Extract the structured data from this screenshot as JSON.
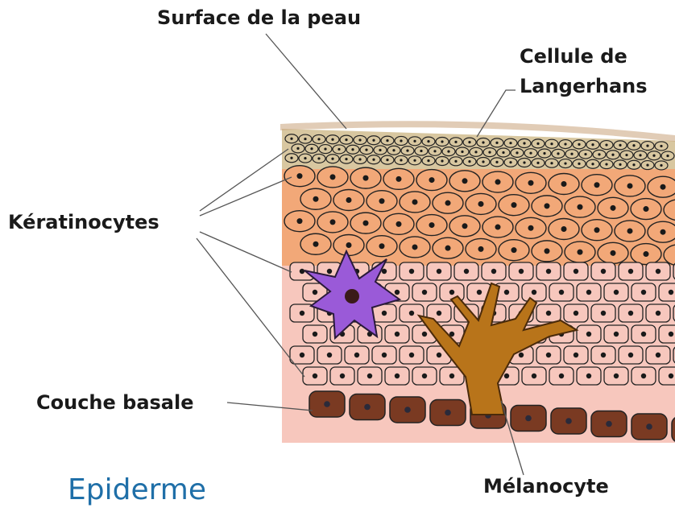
{
  "title": "Epiderme",
  "labels": {
    "surface": "Surface de la peau",
    "langerhans_line1": "Cellule de",
    "langerhans_line2": "Langerhans",
    "keratinocytes": "Kératinocytes",
    "basal_layer": "Couche basale",
    "melanocyte": "Mélanocyte"
  },
  "colors": {
    "title": "#1f6fa8",
    "surface_layer": "#d8c7a0",
    "granular_layer": "#f2a878",
    "spinous_layer": "#f7c7bd",
    "basal_layer": "#7a3a22",
    "langerhans_cell": "#9a5ad8",
    "melanocyte": "#b8741a",
    "surface_fringe": "#c9a27a",
    "nucleus": "#1a1a1a"
  }
}
